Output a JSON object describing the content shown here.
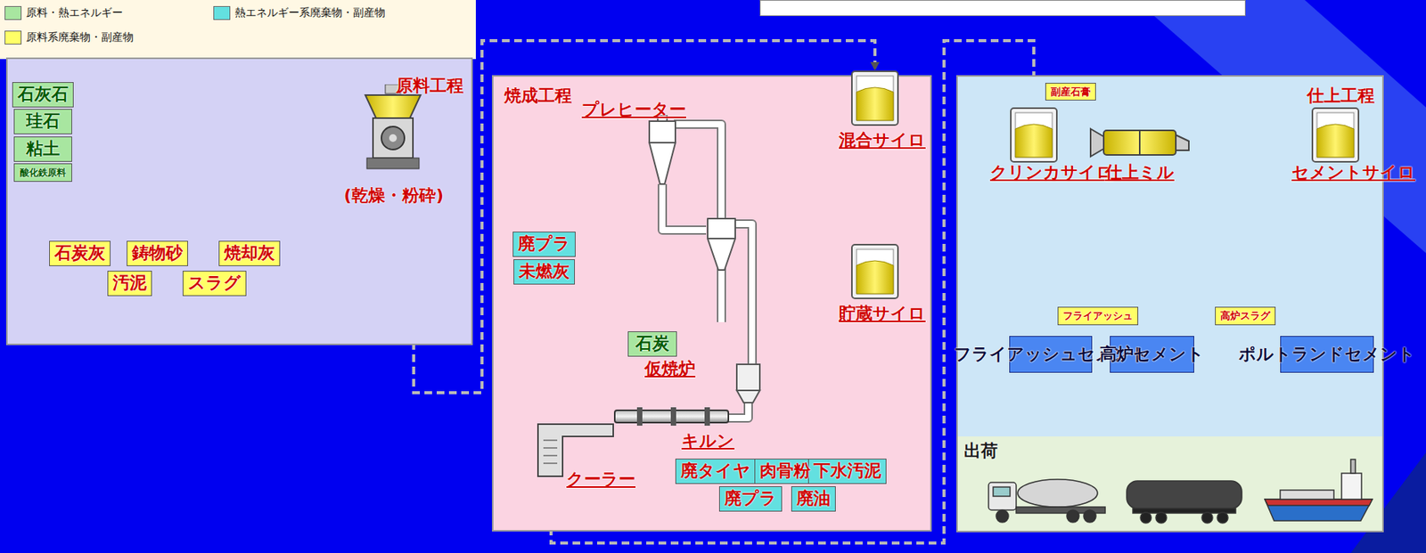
{
  "diagram": {
    "nodes": [
      {
        "text": [
          "原料工程"
        ]
      },
      {
        "text": [
          "石灰石"
        ],
        "in": 0
      },
      {
        "text": [
          "珪石"
        ],
        "in": 0
      },
      {
        "text": [
          "粘土"
        ],
        "in": 0
      },
      {
        "text": [
          "酸化鉄原料"
        ],
        "in": 0
      },
      {
        "text": [
          "石炭灰"
        ],
        "in": 0
      },
      {
        "text": [
          "鋳物砂"
        ],
        "in": 0
      },
      {
        "text": [
          "焼却灰"
        ],
        "in": 0
      },
      {
        "text": [
          "汚泥"
        ],
        "in": 0
      },
      {
        "text": [
          "スラグ"
        ],
        "in": 0
      },
      {
        "text": [
          "(乾燥・粉砕)"
        ],
        "in": 0
      },
      {
        "text": [
          "焼成工程"
        ]
      },
      {
        "text": [
          "プレヒーター"
        ],
        "in": 11
      },
      {
        "text": [
          "混合サイロ"
        ],
        "in": 11
      },
      {
        "text": [
          "貯蔵サイロ"
        ],
        "in": 11
      },
      {
        "text": [
          "仮焼炉"
        ],
        "in": 11
      },
      {
        "text": [
          "キルン"
        ],
        "in": 11
      },
      {
        "text": [
          "クーラー"
        ],
        "in": 11
      },
      {
        "text": [
          "廃プラ"
        ],
        "in": 11
      },
      {
        "text": [
          "未燃灰"
        ],
        "in": 11
      },
      {
        "text": [
          "石炭"
        ],
        "in": 11
      },
      {
        "text": [
          "廃タイヤ"
        ],
        "in": 11
      },
      {
        "text": [
          "肉骨粉"
        ],
        "in": 11
      },
      {
        "text": [
          "下水汚泥"
        ],
        "in": 11
      },
      {
        "text": [
          "廃プラ"
        ],
        "in": 11
      },
      {
        "text": [
          "廃油"
        ],
        "in": 11
      },
      {
        "text": [
          "仕上工程"
        ]
      },
      {
        "text": [
          "副産石膏"
        ],
        "in": 26
      },
      {
        "text": [
          "クリンカサイロ"
        ],
        "in": 26
      },
      {
        "text": [
          "仕上ミル"
        ],
        "in": 26
      },
      {
        "text": [
          "セメントサイロ"
        ],
        "in": 26
      },
      {
        "text": [
          "フライアッシュ"
        ],
        "in": 26
      },
      {
        "text": [
          "高炉スラグ"
        ],
        "in": 26
      },
      {
        "text": [
          "フライアッシュセメント"
        ],
        "in": 26
      },
      {
        "text": [
          "高炉セメント"
        ],
        "in": 26
      },
      {
        "text": [
          "ポルトランドセメント"
        ],
        "in": 26
      },
      {
        "text": [
          "出荷"
        ],
        "in": 26
      }
    ],
    "edges": [
      {
        "from": 5,
        "to": 10,
        "arrow": "to"
      },
      {
        "from": 6,
        "to": 10,
        "arrow": "to"
      },
      {
        "from": 7,
        "to": 10,
        "arrow": "to"
      },
      {
        "from": 8,
        "to": 10,
        "arrow": "to"
      },
      {
        "from": 9,
        "to": 10,
        "arrow": "to"
      },
      {
        "from": 1,
        "to": 10,
        "arrow": "to"
      },
      {
        "from": 2,
        "to": 10,
        "arrow": "to"
      },
      {
        "from": 3,
        "to": 10,
        "arrow": "to"
      },
      {
        "from": 4,
        "to": 10,
        "arrow": "to"
      },
      {
        "from": 10,
        "to": 13,
        "arrow": "to"
      },
      {
        "from": 13,
        "to": 14,
        "arrow": "to"
      },
      {
        "from": 14,
        "to": 12,
        "arrow": "to"
      },
      {
        "from": 18,
        "to": 16,
        "arrow": "to"
      },
      {
        "from": 19,
        "to": 16,
        "arrow": "to"
      },
      {
        "from": 20,
        "to": 16,
        "arrow": "to"
      },
      {
        "from": 20,
        "to": 15,
        "arrow": "to"
      },
      {
        "from": 21,
        "to": 15,
        "arrow": "to"
      },
      {
        "from": 22,
        "to": 15,
        "arrow": "to"
      },
      {
        "from": 23,
        "to": 15,
        "arrow": "to"
      },
      {
        "from": 24,
        "to": 15,
        "arrow": "to"
      },
      {
        "from": 25,
        "to": 15,
        "arrow": "to"
      },
      {
        "from": 17,
        "to": 28,
        "arrow": "to"
      },
      {
        "from": 28,
        "to": 29,
        "arrow": "to"
      },
      {
        "from": 27,
        "to": 29,
        "arrow": "to"
      },
      {
        "from": 29,
        "to": 30,
        "arrow": "to"
      },
      {
        "from": 30,
        "to": 33,
        "arrow": "none"
      },
      {
        "from": 30,
        "to": 34,
        "arrow": "none"
      },
      {
        "from": 30,
        "to": 35,
        "arrow": "none"
      },
      {
        "from": 31,
        "to": 33,
        "arrow": "to"
      },
      {
        "from": 32,
        "to": 34,
        "arrow": "to"
      },
      {
        "from": 33,
        "to": 36,
        "arrow": "to"
      },
      {
        "from": 34,
        "to": 36,
        "arrow": "to"
      },
      {
        "from": 35,
        "to": 36,
        "arrow": "to"
      }
    ],
    "legend": [
      {
        "text": "原料・熱エネルギー",
        "color": "#a8e6a0"
      },
      {
        "text": "熱エネルギー系廃棄物・副産物",
        "color": "#63e0e0"
      },
      {
        "text": "原料系廃棄物・副産物",
        "color": "#ffff66"
      }
    ]
  }
}
